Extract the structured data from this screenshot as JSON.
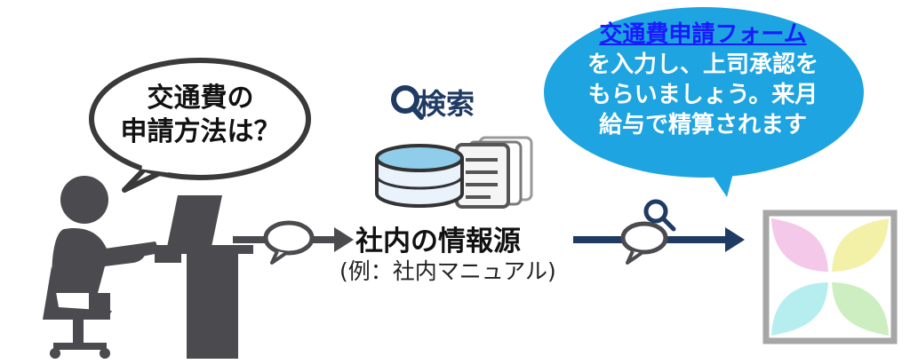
{
  "question": {
    "line1": "交通費の",
    "line2": "申請方法は？"
  },
  "search": {
    "label": "検索"
  },
  "source": {
    "title": "社内の情報源",
    "subtitle": "(例：社内マニュアル)"
  },
  "answer": {
    "link_text": "交通費申請フォーム",
    "line2": "を入力し、上司承認を",
    "line3": "もらいましょう。来月",
    "line4": "給与で精算されます"
  },
  "colors": {
    "person": "#4b4b4f",
    "navy": "#1f3a63",
    "bubble_blue": "#1ea4e0",
    "link": "#1a1aff",
    "frame_grey": "#a6a6a6",
    "petal_pink": "#f3c8e8",
    "petal_yellow": "#f3f0a8",
    "petal_cyan": "#b6eef0",
    "petal_green": "#cdeec0"
  }
}
